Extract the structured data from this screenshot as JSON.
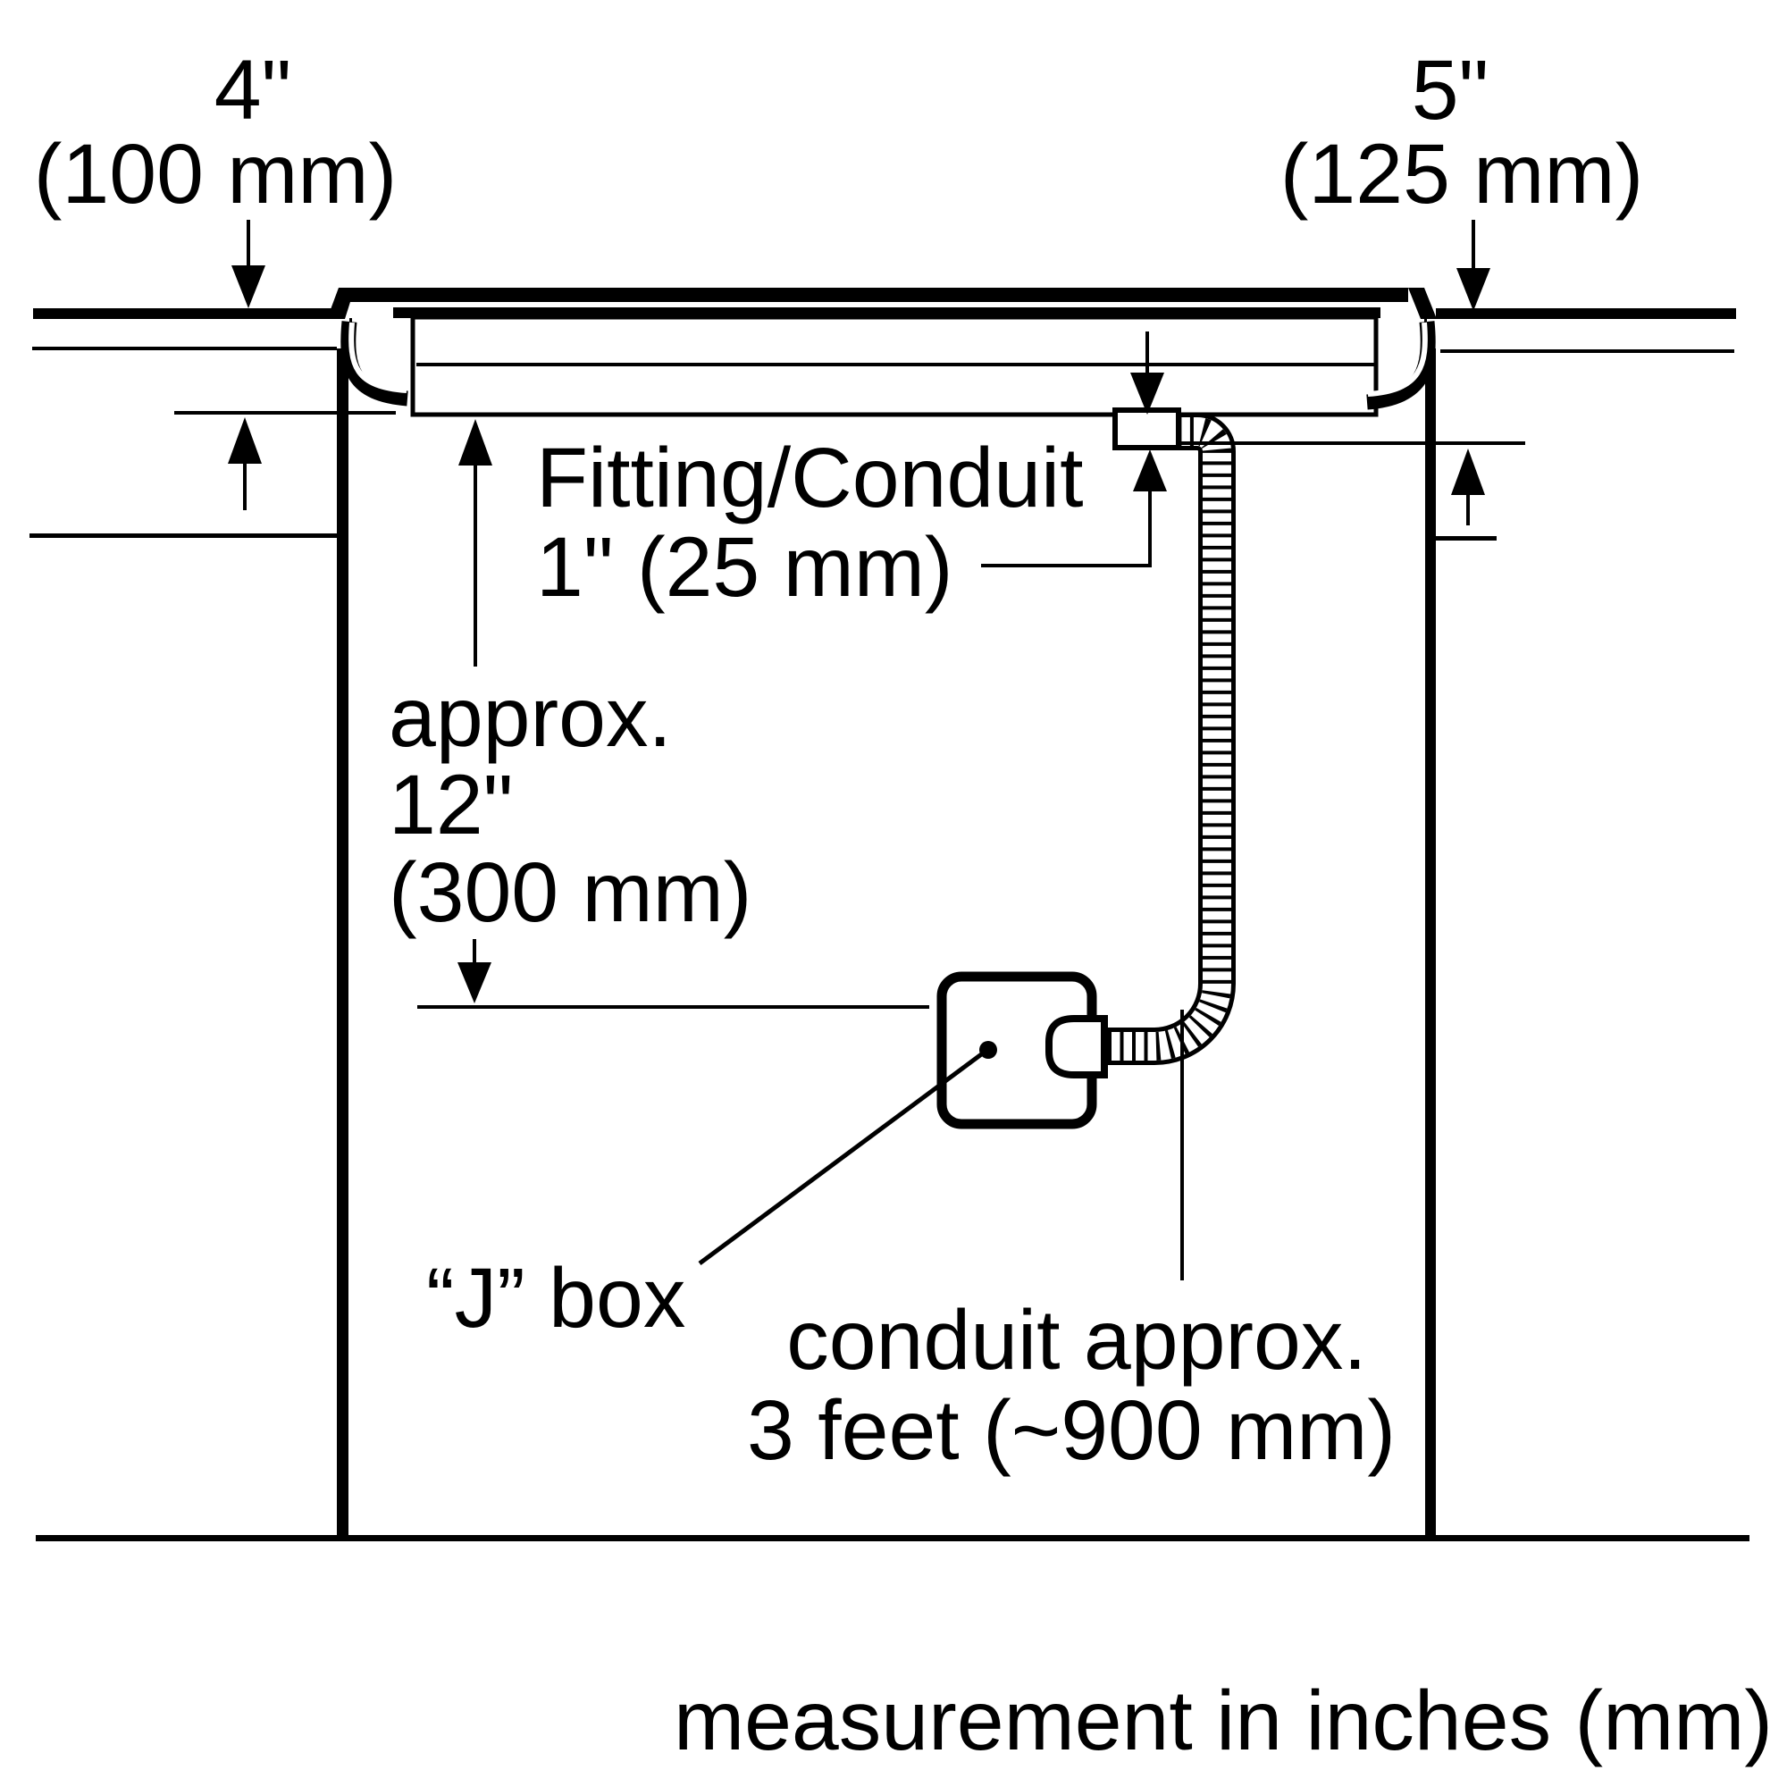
{
  "title": "Cooktop installation clearance diagram (side cross-section)",
  "colors": {
    "ink": "#000000",
    "background": "#ffffff"
  },
  "dims": {
    "top_left": {
      "inches": "4\"",
      "mm": "(100 mm)"
    },
    "top_right": {
      "inches": "5\"",
      "mm": "(125 mm)"
    },
    "fitting": {
      "name": "Fitting/Conduit",
      "size": "1\" (25 mm)"
    },
    "depth": {
      "l1": "approx.",
      "l2": "12\"",
      "l3": "(300 mm)"
    },
    "jbox": {
      "label": "“J” box"
    },
    "conduit": {
      "l1": "conduit approx.",
      "l2": "3 feet (~900 mm)"
    }
  },
  "footer": {
    "note": "measurement in inches (mm)"
  }
}
